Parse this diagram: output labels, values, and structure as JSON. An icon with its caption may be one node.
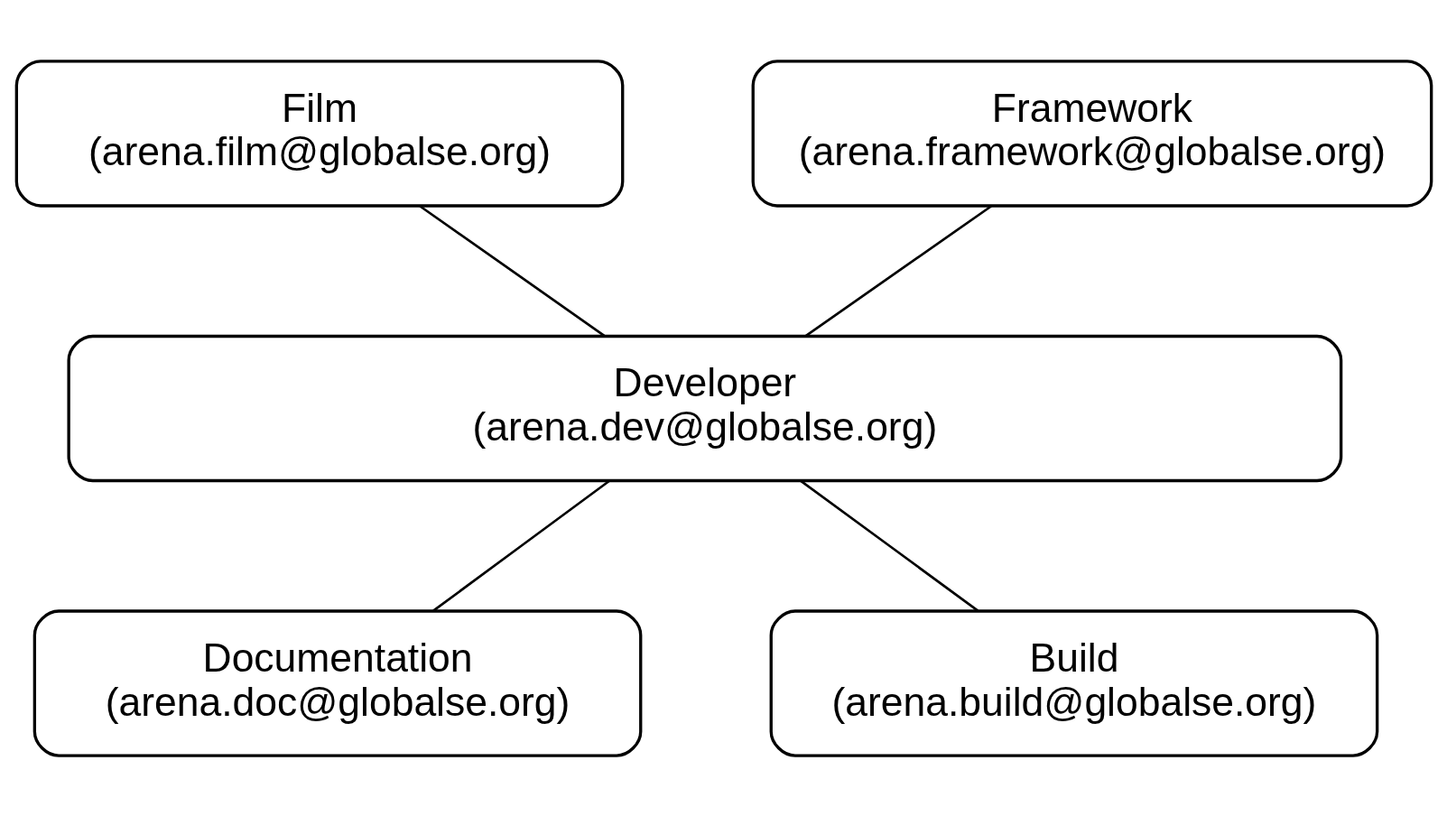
{
  "diagram": {
    "nodes": [
      {
        "text": [
          "Film",
          "(arena.film@globalse.org)"
        ]
      },
      {
        "text": [
          "Framework",
          "(arena.framework@globalse.org)"
        ]
      },
      {
        "text": [
          "Developer",
          "(arena.dev@globalse.org)"
        ]
      },
      {
        "text": [
          "Documentation",
          "(arena.doc@globalse.org)"
        ]
      },
      {
        "text": [
          "Build",
          "(arena.build@globalse.org)"
        ]
      }
    ],
    "edges": [
      {
        "from": 0,
        "to": 2,
        "arrow": "none"
      },
      {
        "from": 1,
        "to": 2,
        "arrow": "none"
      },
      {
        "from": 2,
        "to": 3,
        "arrow": "none"
      },
      {
        "from": 2,
        "to": 4,
        "arrow": "none"
      }
    ]
  }
}
